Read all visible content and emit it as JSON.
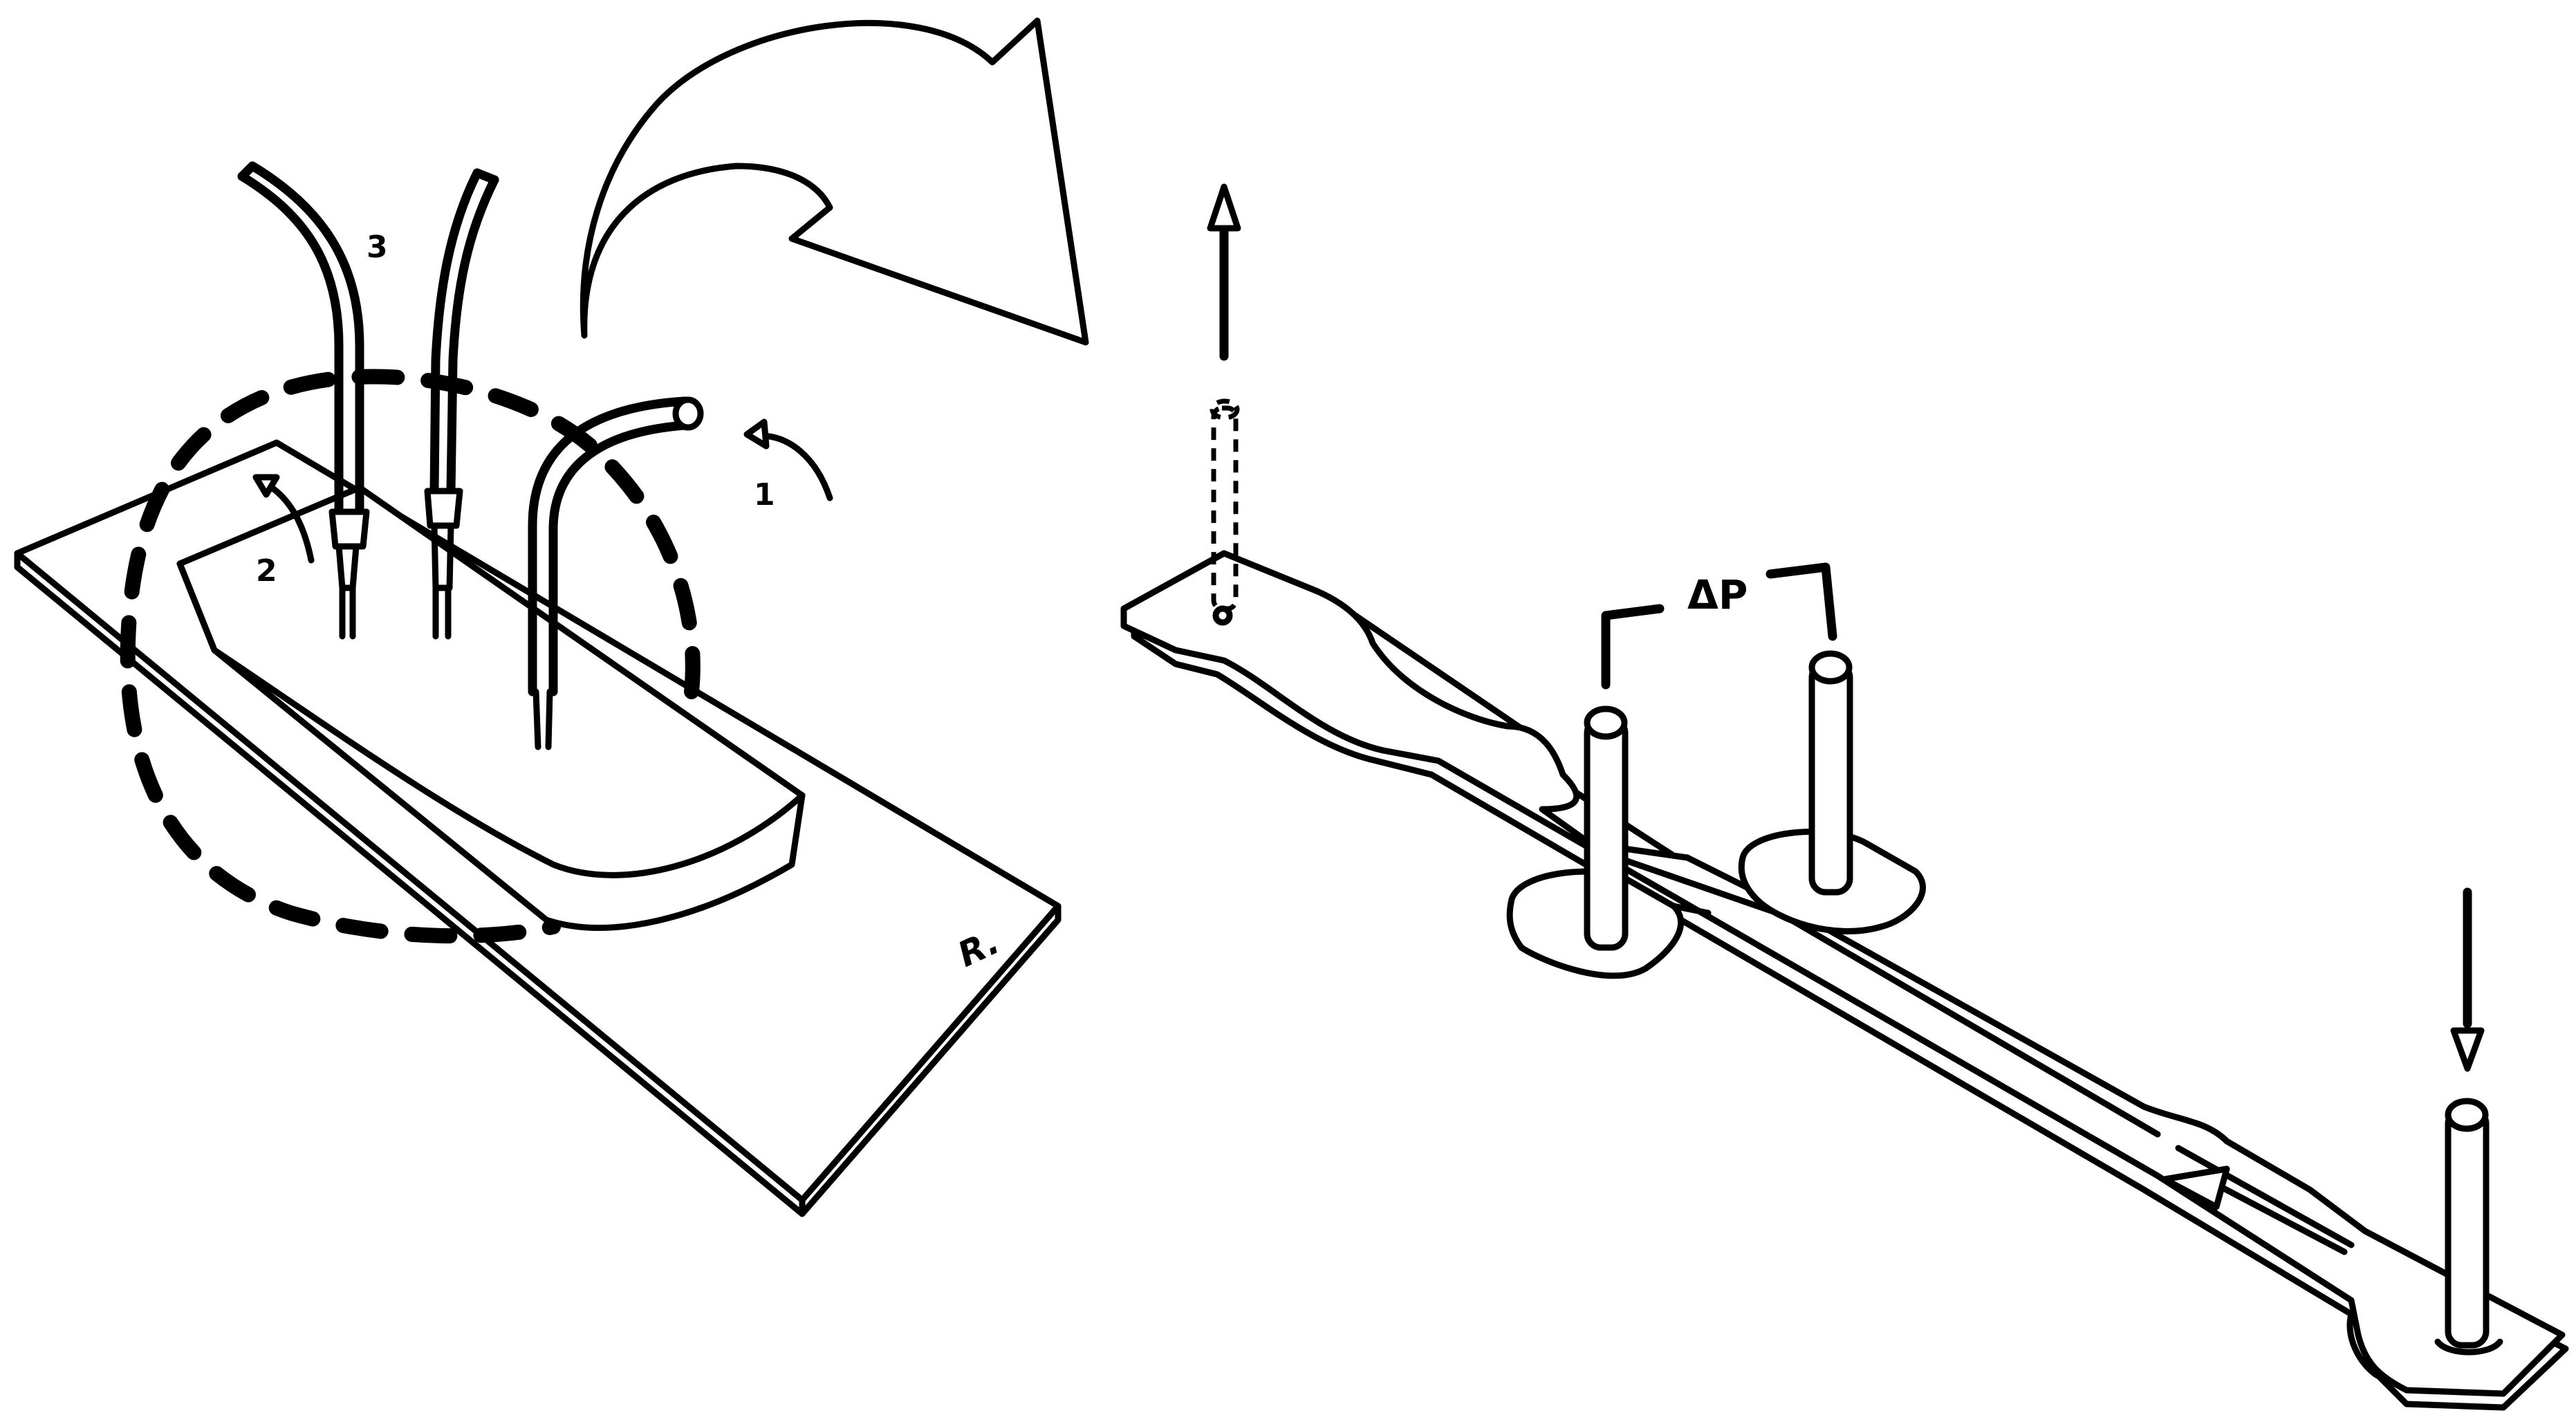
{
  "labels": {
    "tube_3": "3",
    "tube_2": "2",
    "tube_1": "1",
    "delta_p": "ΔP",
    "signature": "R."
  },
  "colors": {
    "ink": "#000000",
    "background": "#ffffff"
  }
}
